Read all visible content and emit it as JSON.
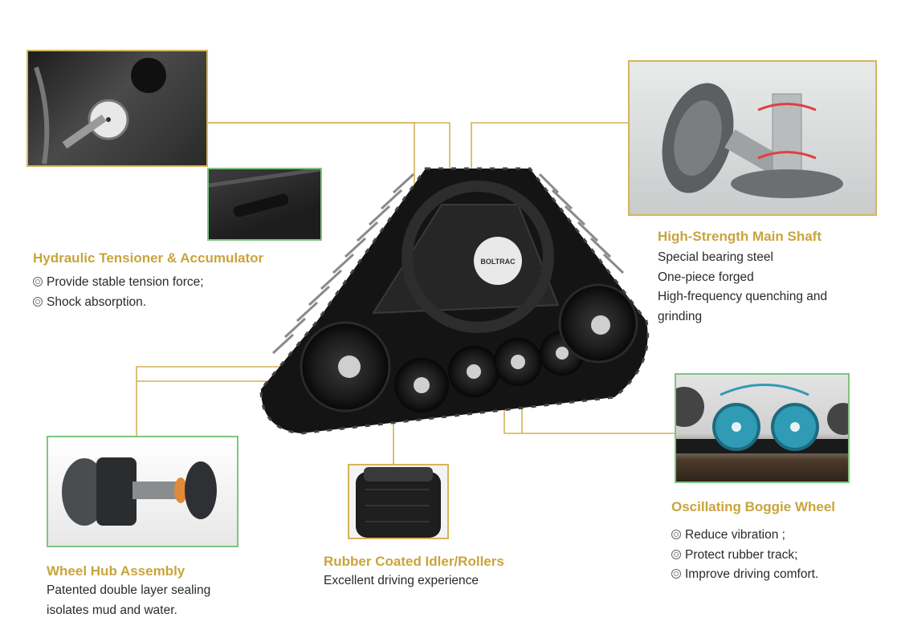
{
  "features": {
    "hydraulic": {
      "title": "Hydraulic Tensioner & Accumulator",
      "bullets": [
        "Provide stable tension force;",
        "Shock absorption."
      ]
    },
    "main_shaft": {
      "title": "High-Strength Main Shaft",
      "lines": [
        "Special bearing steel",
        "One-piece forged",
        "High-frequency quenching and",
        "grinding"
      ]
    },
    "boggie": {
      "title": "Oscillating Boggie Wheel",
      "bullets": [
        "Reduce vibration ;",
        "Protect rubber track;",
        "Improve driving comfort."
      ]
    },
    "wheel_hub": {
      "title": "Wheel Hub Assembly",
      "lines": [
        "Patented double layer sealing",
        "isolates mud and water."
      ]
    },
    "idler": {
      "title": "Rubber Coated Idler/Rollers",
      "lines": [
        "Excellent driving experience"
      ]
    }
  },
  "product": {
    "brand_logo": "BOLTRAC"
  },
  "colors": {
    "accent_gold": "#c9a43d",
    "frame_gold": "#d6b55a",
    "frame_green": "#7fc47f",
    "connector": "#d2b258"
  }
}
